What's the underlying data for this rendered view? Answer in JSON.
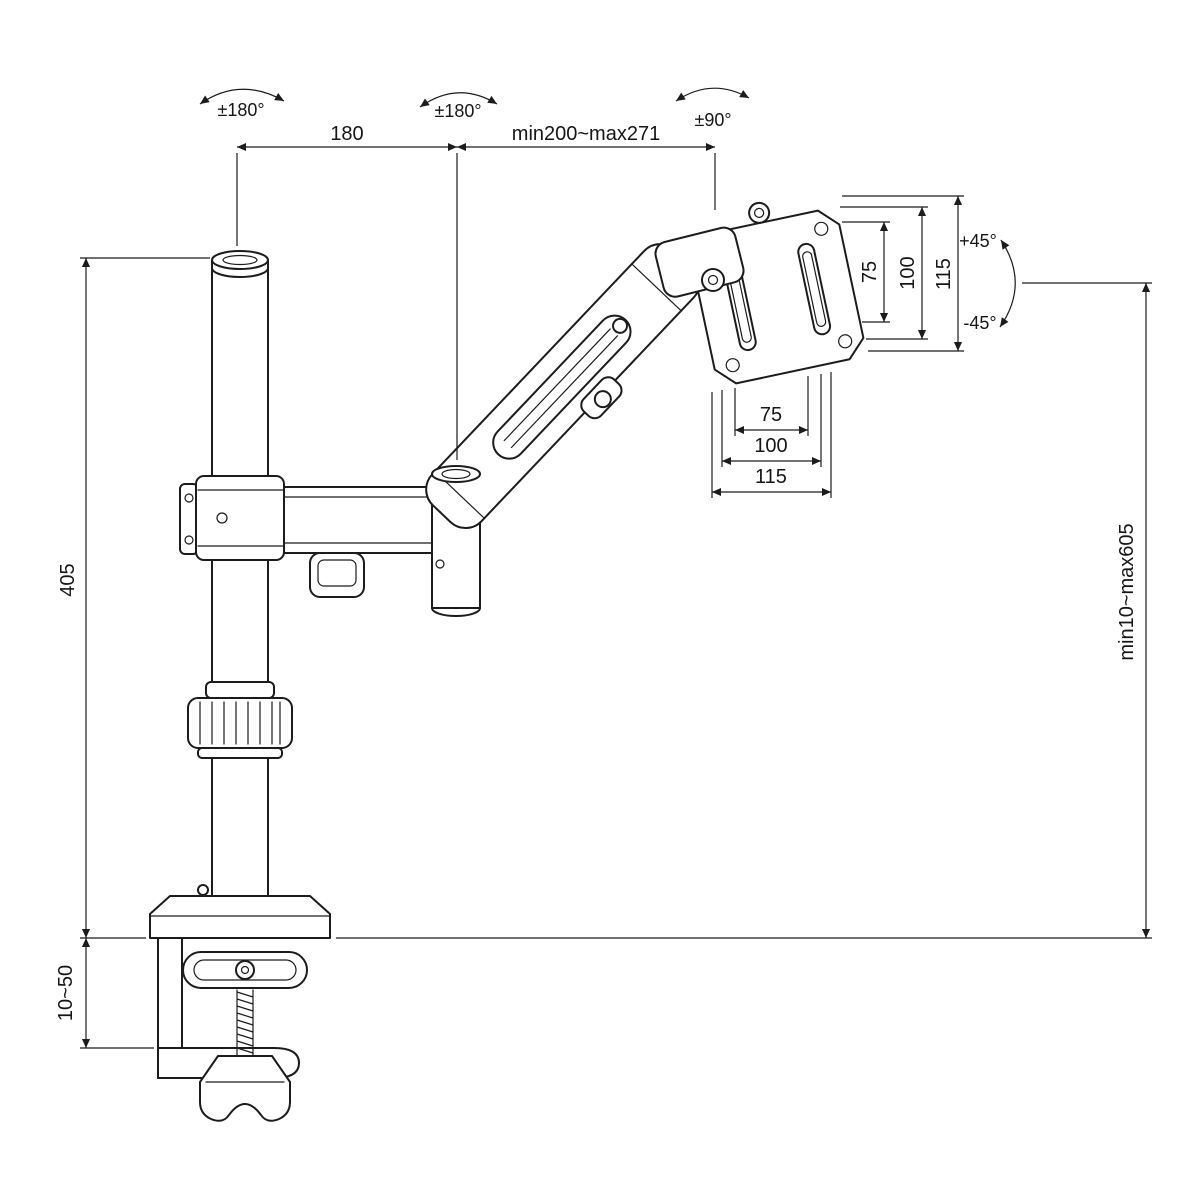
{
  "drawing": {
    "background": "#ffffff",
    "line_color": "#1c1c1c",
    "subject": "gas-spring monitor arm with desk clamp, dimensioned technical drawing"
  },
  "labels": {
    "pole_rotation": "±180°",
    "elbow_rotation": "±180°",
    "head_rotation": "±90°",
    "arm_front_length": "180",
    "arm_extension_range": "min200~max271",
    "tilt_up": "+45°",
    "tilt_down": "-45°",
    "vesa_side_75": "75",
    "vesa_side_100": "100",
    "vesa_side_115": "115",
    "vesa_bottom_75": "75",
    "vesa_bottom_100": "100",
    "vesa_bottom_115": "115",
    "pole_height": "405",
    "height_adjust_range": "min10~max605",
    "clamp_thickness_range": "10~50"
  }
}
